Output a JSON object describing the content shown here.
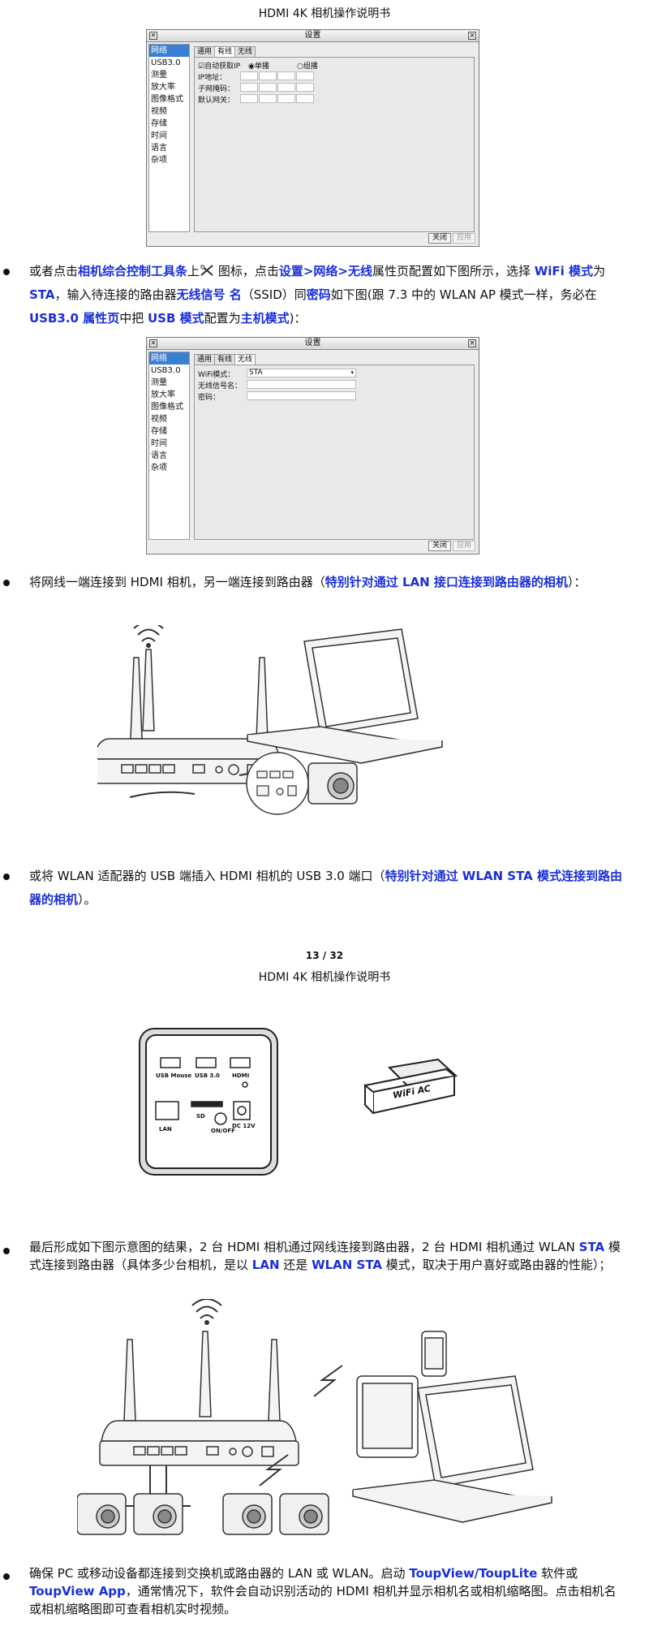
{
  "header": "HDMI 4K 相机操作说明书",
  "dialog1": {
    "title": "设置",
    "sidebar": [
      "网络",
      "USB3.0",
      "测量",
      "放大率",
      "图像格式",
      "视频",
      "存储",
      "时间",
      "语言",
      "杂项"
    ],
    "tabs": [
      "通用",
      "有线",
      "无线"
    ],
    "auto_ip": "☑自动获取IP",
    "unicast": "◉单播",
    "multicast": "○组播",
    "ip_label": "IP地址：",
    "mask_label": "子网掩码：",
    "gw_label": "默认网关：",
    "close": "关闭",
    "apply": "应用"
  },
  "p1": {
    "a": "或者点击",
    "b": "相机综合控制工具条",
    "c": "上",
    "d": " 图标，点击",
    "e": "设置>网络>无线",
    "f": "属性页配置如下图所示，选择 ",
    "g": "WiFi 模式",
    "h": "为 ",
    "i": "STA",
    "j": "，输入待连接的路由器",
    "k": "无线信号 名",
    "l": "（SSID）同",
    "m": "密码",
    "n": "如下图(跟 7.3 中的 WLAN AP 模式一样，务必在 ",
    "o": "USB3.0 属性页",
    "p": "中把 ",
    "q": "USB 模式",
    "r": "配置为",
    "s": "主机模式",
    "t": ")："
  },
  "dialog2": {
    "title": "设置",
    "sidebar": [
      "网络",
      "USB3.0",
      "测量",
      "放大率",
      "图像格式",
      "视频",
      "存储",
      "时间",
      "语言",
      "杂项"
    ],
    "tabs": [
      "通用",
      "有线",
      "无线"
    ],
    "wifi_mode_label": "WiFi模式：",
    "wifi_mode_value": "STA",
    "ssid_label": "无线信号名：",
    "pwd_label": "密码：",
    "close": "关闭",
    "apply": "应用"
  },
  "p2": {
    "a": "将网线一端连接到 HDMI 相机，另一端连接到路由器（",
    "b": "特别针对通过 LAN 接口连接到路由器的相机",
    "c": "）："
  },
  "p3": {
    "a": "或将 WLAN 适配器的 USB 端插入 HDMI 相机的 USB 3.0 端口（",
    "b": "特别针对通过 WLAN STA 模式连接到路由器的相机",
    "c": "）。"
  },
  "page_number": "13 / 32",
  "camera_ports": {
    "usb_mouse": "USB Mouse",
    "usb3": "USB 3.0",
    "hdmi": "HDMI",
    "lan": "LAN",
    "sd": "SD",
    "onoff": "ON/OFF",
    "dc": "DC 12V"
  },
  "dongle_text": "WiFi AC",
  "p4": {
    "a": "最后形成如下图示意图的结果，2 台 HDMI 相机通过网线连接到路由器，2 台 HDMI 相机通过 WLAN ",
    "b": "STA",
    "c": " 模式连接到路由器（具体多少台相机，是以 ",
    "d": "LAN",
    "e": " 还是 ",
    "f": "WLAN STA",
    "g": " 模式，取决于用户喜好或路由器的性能）；"
  },
  "p5": {
    "a": "确保 PC 或移动设备都连接到交换机或路由器的 LAN 或 WLAN。启动 ",
    "b": "ToupView/ToupLite",
    "c": " 软件或 ",
    "d": "ToupView App",
    "e": "，通常情况下，软件会自动识别活动的 HDMI 相机并显示相机名或相机缩略图。点击相机名或相机缩略图即可查看相机实时视频。"
  }
}
